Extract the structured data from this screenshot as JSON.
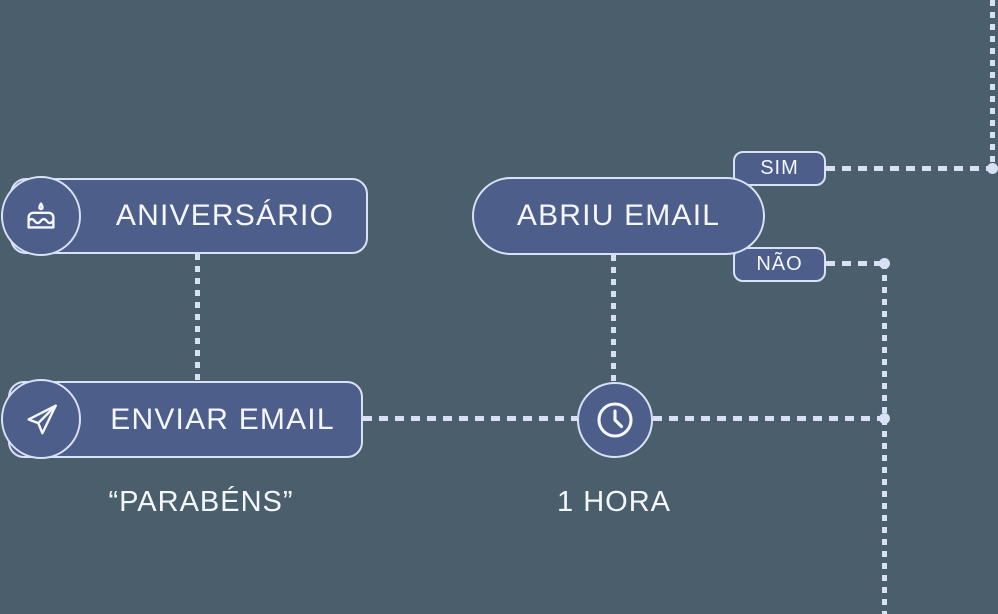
{
  "canvas": {
    "background": "#4A5F6B"
  },
  "palette": {
    "node_fill": "#4D5E8A",
    "node_border": "#D9E1F6",
    "connector": "#D7E0F5",
    "text": "#F5F7FE"
  },
  "flow": {
    "trigger": {
      "label": "ANIVERSÁRIO",
      "icon": "cake-icon"
    },
    "action": {
      "label": "ENVIAR EMAIL",
      "icon": "paper-plane-icon",
      "note": "“PARABÉNS”"
    },
    "delay": {
      "icon": "clock-icon",
      "note": "1 HORA"
    },
    "condition": {
      "label": "ABRIU EMAIL"
    },
    "branches": {
      "yes": {
        "label": "SIM"
      },
      "no": {
        "label": "NÃO"
      }
    }
  }
}
